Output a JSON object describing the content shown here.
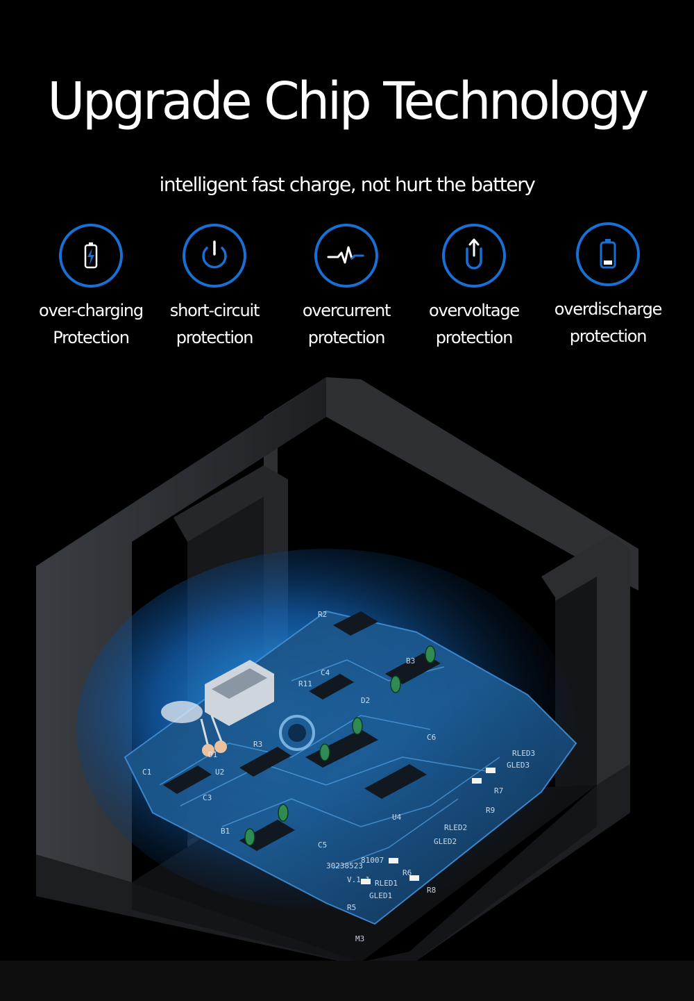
{
  "headline": "Upgrade Chip Technology",
  "subheadline": "intelligent fast charge, not hurt the battery",
  "accent_color": "#1a6fd4",
  "features": [
    {
      "icon": "battery-bolt-icon",
      "line1": "over-charging",
      "line2": "Protection"
    },
    {
      "icon": "power-icon",
      "line1": "short-circuit",
      "line2": "protection"
    },
    {
      "icon": "pulse-icon",
      "line1": "overcurrent",
      "line2": "protection"
    },
    {
      "icon": "u-turn-arrow-icon",
      "line1": "overvoltage",
      "line2": "protection"
    },
    {
      "icon": "low-battery-icon",
      "line1": "overdischarge",
      "line2": "protection"
    }
  ],
  "board": {
    "labels": [
      "R2",
      "C4",
      "R11",
      "D2",
      "B3",
      "C6",
      "D1",
      "R3",
      "U2",
      "C1",
      "C3",
      "B1",
      "C5",
      "U4",
      "R7",
      "R9",
      "R6",
      "R8",
      "R5",
      "M3",
      "RLED2",
      "GLED2",
      "RLED3",
      "GLED3",
      "RLED1",
      "GLED1",
      "V.1.1",
      "81007",
      "30238523"
    ]
  }
}
